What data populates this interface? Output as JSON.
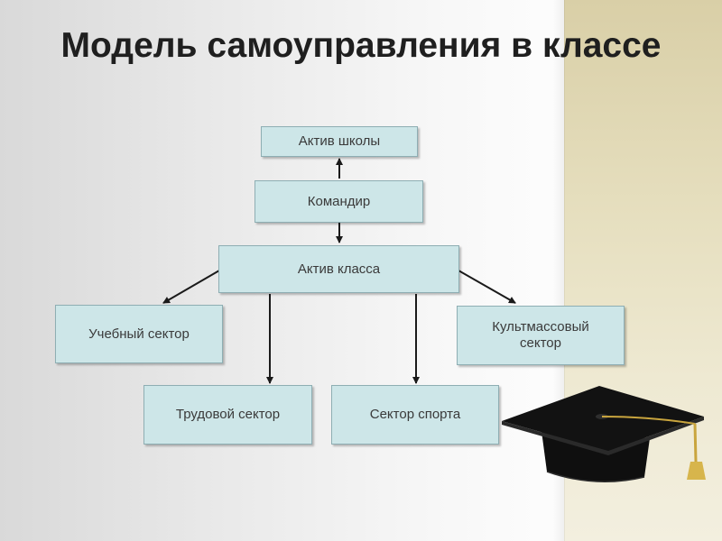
{
  "title": "Модель самоуправления в классе",
  "nodes": {
    "school_activists": "Актив школы",
    "commander": "Командир",
    "class_activists": "Актив класса",
    "academic_sector": "Учебный сектор",
    "cultural_sector": "Культмассовый сектор",
    "labor_sector": "Трудовой сектор",
    "sports_sector": "Сектор спорта"
  },
  "colors": {
    "box_fill": "#cde6e8",
    "box_border": "#8eaeb3",
    "arrow": "#1a1a1a",
    "title": "#1f1f1f"
  }
}
